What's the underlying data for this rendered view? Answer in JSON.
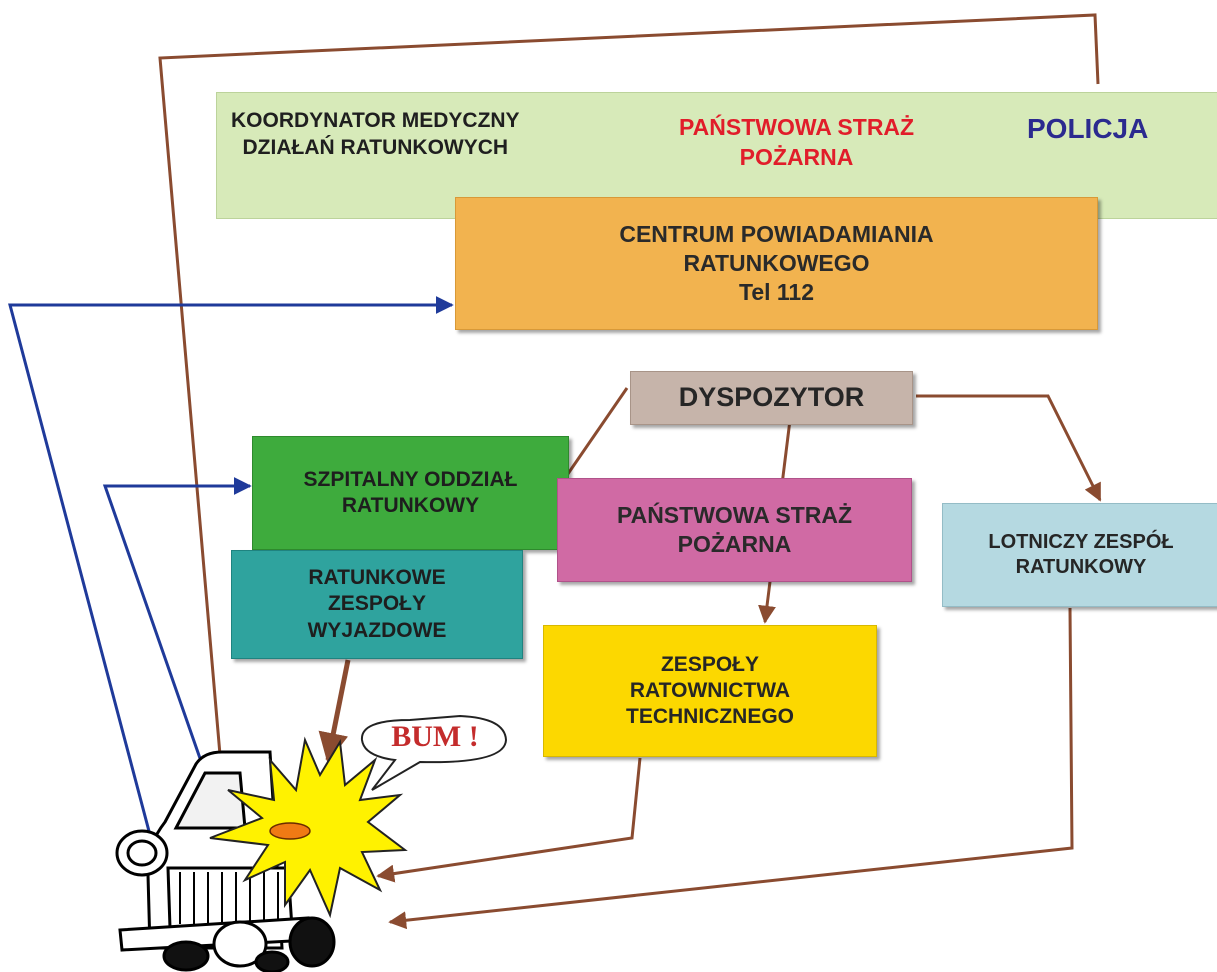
{
  "boxes": {
    "koordynator": [
      "KOORDYNATOR MEDYCZNY",
      "DZIAŁAŃ RATUNKOWYCH"
    ],
    "psp_top": [
      "PAŃSTWOWA STRAŻ",
      "POŻARNA"
    ],
    "policja": "POLICJA",
    "cpr": [
      "CENTRUM POWIADAMIANIA",
      "RATUNKOWEGO",
      "Tel 112"
    ],
    "dyspozytor": "DYSPOZYTOR",
    "sor": [
      "SZPITALNY ODDZIAŁ",
      "RATUNKOWY"
    ],
    "psp": [
      "PAŃSTWOWA STRAŻ",
      "POŻARNA"
    ],
    "rzw": [
      "RATUNKOWE",
      "ZESPOŁY",
      "WYJAZDOWE"
    ],
    "lzr": [
      "LOTNICZY ZESPÓŁ",
      "RATUNKOWY"
    ],
    "zrt": [
      "ZESPOŁY",
      "RATOWNICTWA",
      "TECHNICZNEGO"
    ]
  },
  "bum": "BUM !",
  "colors": {
    "arrow_brown": "#8a4b30",
    "arrow_blue": "#1f3a9a",
    "top_band": "#d7eab9",
    "cpr": "#f2b34f",
    "dyspozytor": "#c6b4aa",
    "sor": "#3eab3d",
    "psp": "#d06aa4",
    "rzw": "#2fa39e",
    "lzr": "#b5d9e1",
    "zrt": "#fcd800",
    "policja_text": "#2b2a8f",
    "psp_top_text": "#e11d2a",
    "bum_text": "#c42c2c",
    "explosion": "#fff200"
  },
  "icons": [
    "car-icon",
    "explosion-icon",
    "speech-bubble-icon"
  ]
}
